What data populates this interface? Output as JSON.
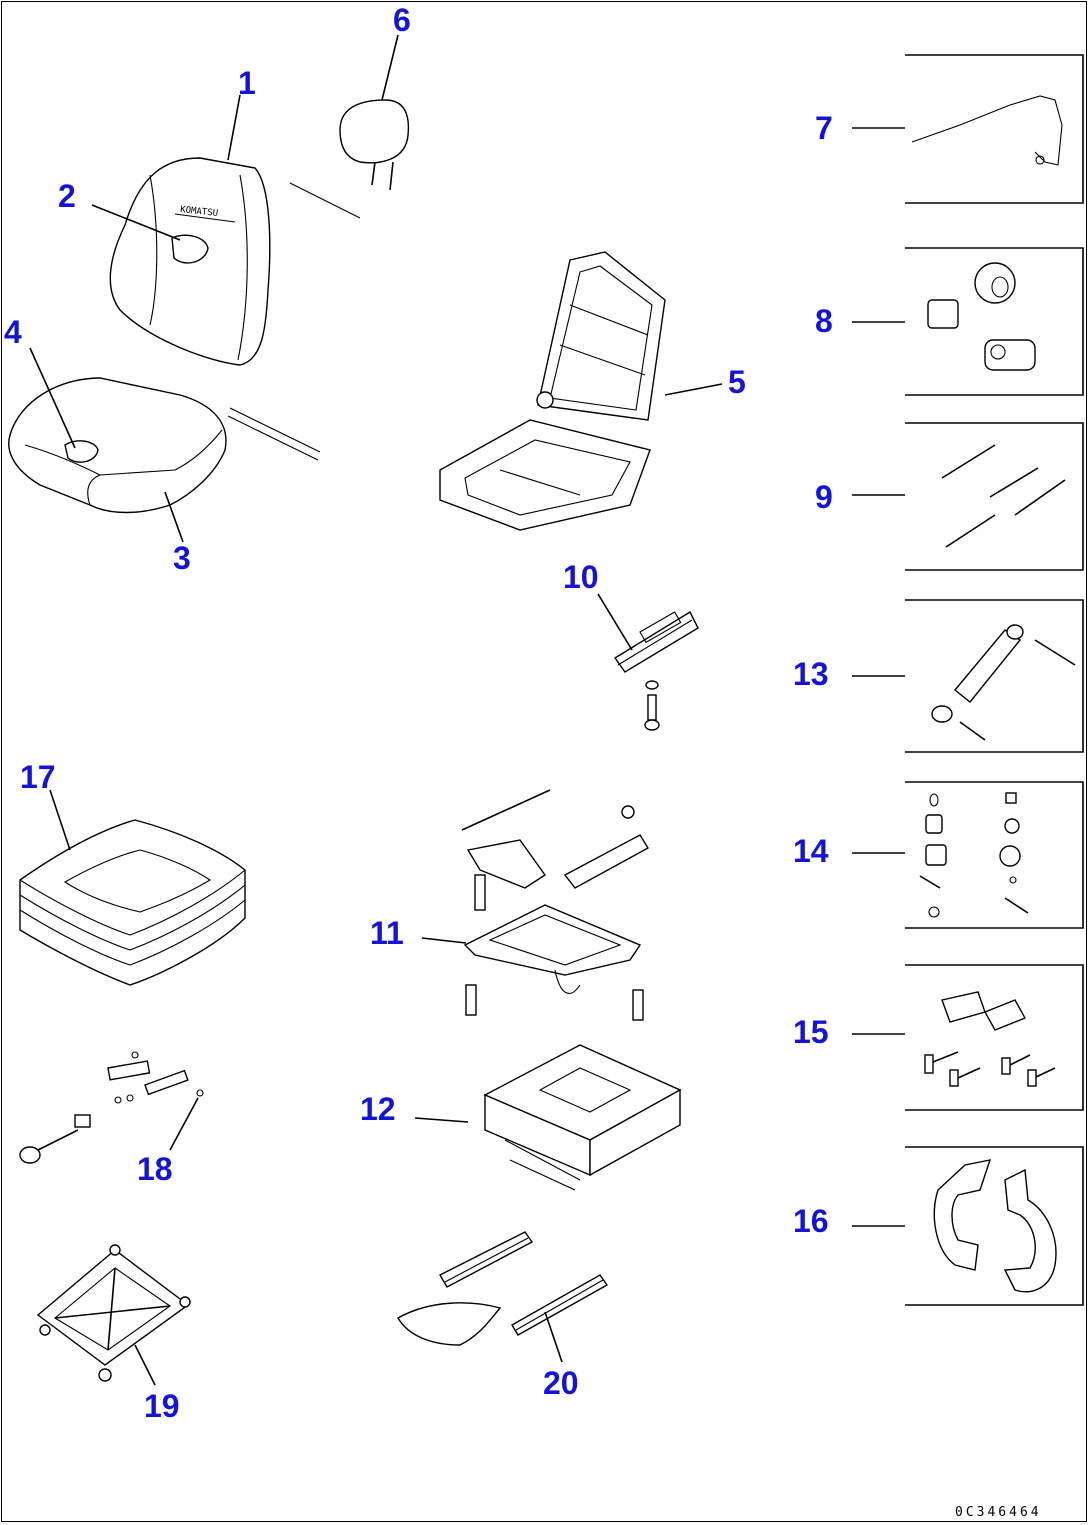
{
  "diagram": {
    "callouts": [
      "1",
      "2",
      "3",
      "4",
      "5",
      "6",
      "7",
      "8",
      "9",
      "10",
      "11",
      "12",
      "13",
      "14",
      "15",
      "16",
      "17",
      "18",
      "19",
      "20"
    ],
    "doc_id": "0C346464",
    "backrest_brand_text": "KOMATSU",
    "colors": {
      "callout": "#1414d8",
      "line": "#000000",
      "background": "#ffffff"
    }
  }
}
